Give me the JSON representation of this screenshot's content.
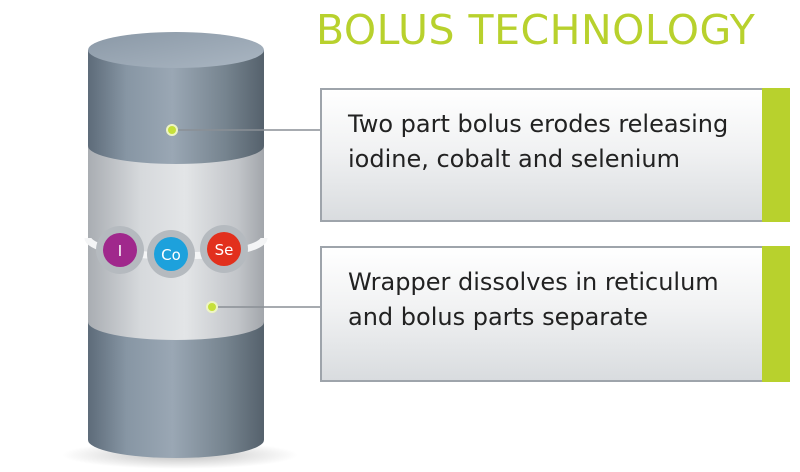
{
  "title": "BOLUS TECHNOLOGY",
  "callouts": [
    {
      "text": "Two part bolus erodes releasing iodine, cobalt and selenium"
    },
    {
      "text": "Wrapper dissolves in reticulum and bolus parts separate"
    }
  ],
  "elements": [
    {
      "label": "I",
      "color": "#a0288c"
    },
    {
      "label": "Co",
      "color": "#1da1dc"
    },
    {
      "label": "Se",
      "color": "#e2301d"
    }
  ],
  "colors": {
    "accent": "#b8d12d",
    "bolus": "#7a8997",
    "wrapper": "#c8cbce"
  }
}
